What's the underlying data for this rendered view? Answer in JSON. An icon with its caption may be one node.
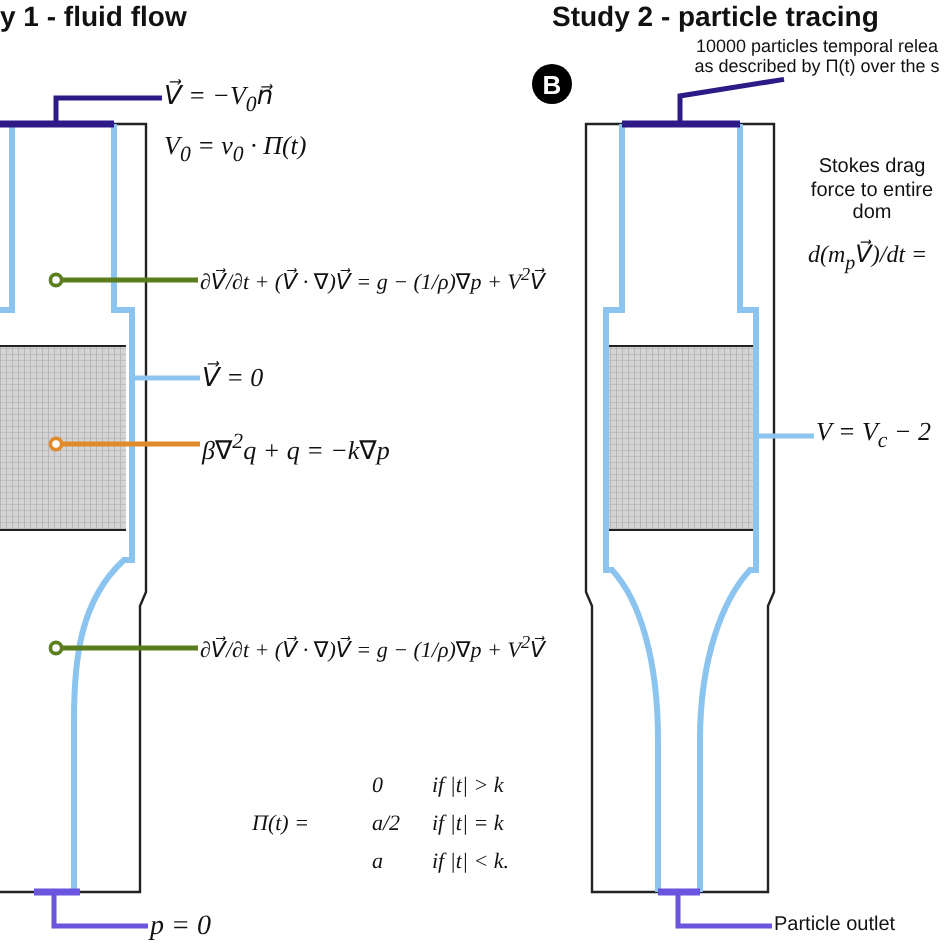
{
  "diagram": {
    "nodes": [
      {
        "text": [
          "V⃗ = −V$_{0}$n⃗",
          "V$_{0}$ = v$_{0}$ · Π(t)"
        ]
      },
      {
        "text": [
          "∂V⃗/∂t + (V⃗ · ∇)V⃗ = g − (1/ρ)∇p + V$^{2}$V⃗"
        ]
      },
      {
        "text": [
          "V⃗ = 0"
        ]
      },
      {
        "text": [
          "β∇$^{2}$q + q = −k∇p"
        ]
      },
      {
        "text": [
          "∂V⃗/∂t + (V⃗ · ∇)V⃗ = g − (1/ρ)∇p + V$^{2}$V⃗"
        ]
      },
      {
        "text": [
          "p = 0"
        ]
      },
      {
        "text": [
          "10000 particles temporal relea as described by Π(t) over the s"
        ]
      },
      {
        "text": [
          "V = V$_{c}$ − 2"
        ]
      },
      {
        "text": [
          "Particle outlet"
        ]
      },
      {
        "text": [],
        "shape": "picture"
      },
      {
        "text": [],
        "shape": "picture"
      }
    ],
    "edges": [
      {
        "from": 0,
        "to": 9,
        "arrow": "none",
        "color": "#2e1a87"
      },
      {
        "from": 1,
        "to": 9,
        "arrow": "other",
        "color": "#5a7d1e"
      },
      {
        "from": 2,
        "to": 9,
        "arrow": "none",
        "color": "#8cc4f0"
      },
      {
        "from": 3,
        "to": 9,
        "arrow": "other",
        "color": "#e08a2a"
      },
      {
        "from": 4,
        "to": 9,
        "arrow": "other",
        "color": "#5a7d1e"
      },
      {
        "from": 5,
        "to": 9,
        "arrow": "none",
        "color": "#6a55e0"
      },
      {
        "from": 6,
        "to": 10,
        "arrow": "none",
        "color": "#2e1a87"
      },
      {
        "from": 7,
        "to": 10,
        "arrow": "none",
        "color": "#8cc4f0"
      },
      {
        "from": 8,
        "to": 10,
        "arrow": "none",
        "color": "#6a55e0"
      }
    ],
    "labels": [
      "y 1 - fluid flow",
      "Study 2 - particle tracing",
      "B",
      "Stokes drag force to entire dom",
      "d(m$_{p}$V⃗)/dt =",
      "Π(t) =",
      "0",
      "if |t| > k",
      "a/2",
      "if |t| = k",
      "a",
      "if |t| < k."
    ]
  }
}
